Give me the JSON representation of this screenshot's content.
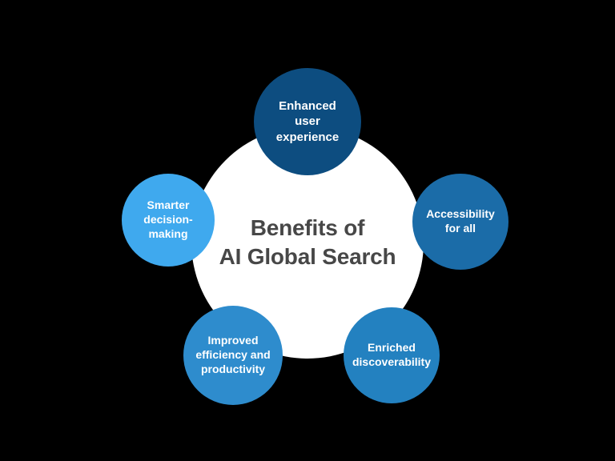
{
  "diagram": {
    "type": "hub-and-spoke-circles",
    "background_color": "#000000",
    "center": {
      "label": "Benefits of\nAI Global Search",
      "fill_color": "#ffffff",
      "text_color": "#474747"
    },
    "nodes": [
      {
        "id": "enhanced-user-experience",
        "label": "Enhanced\nuser\nexperience",
        "position": "top",
        "fill_color": "#0d4d80",
        "text_color": "#ffffff"
      },
      {
        "id": "accessibility-for-all",
        "label": "Accessibility\nfor all",
        "position": "right",
        "fill_color": "#1b6ca8",
        "text_color": "#ffffff"
      },
      {
        "id": "enriched-discoverability",
        "label": "Enriched\ndiscoverability",
        "position": "bottom-right",
        "fill_color": "#2381c0",
        "text_color": "#ffffff"
      },
      {
        "id": "improved-efficiency-and-productivity",
        "label": "Improved\nefficiency and\nproductivity",
        "position": "bottom-left",
        "fill_color": "#2e8ccd",
        "text_color": "#ffffff"
      },
      {
        "id": "smarter-decision-making",
        "label": "Smarter\ndecision-\nmaking",
        "position": "left",
        "fill_color": "#3fa9ee",
        "text_color": "#ffffff"
      }
    ]
  }
}
